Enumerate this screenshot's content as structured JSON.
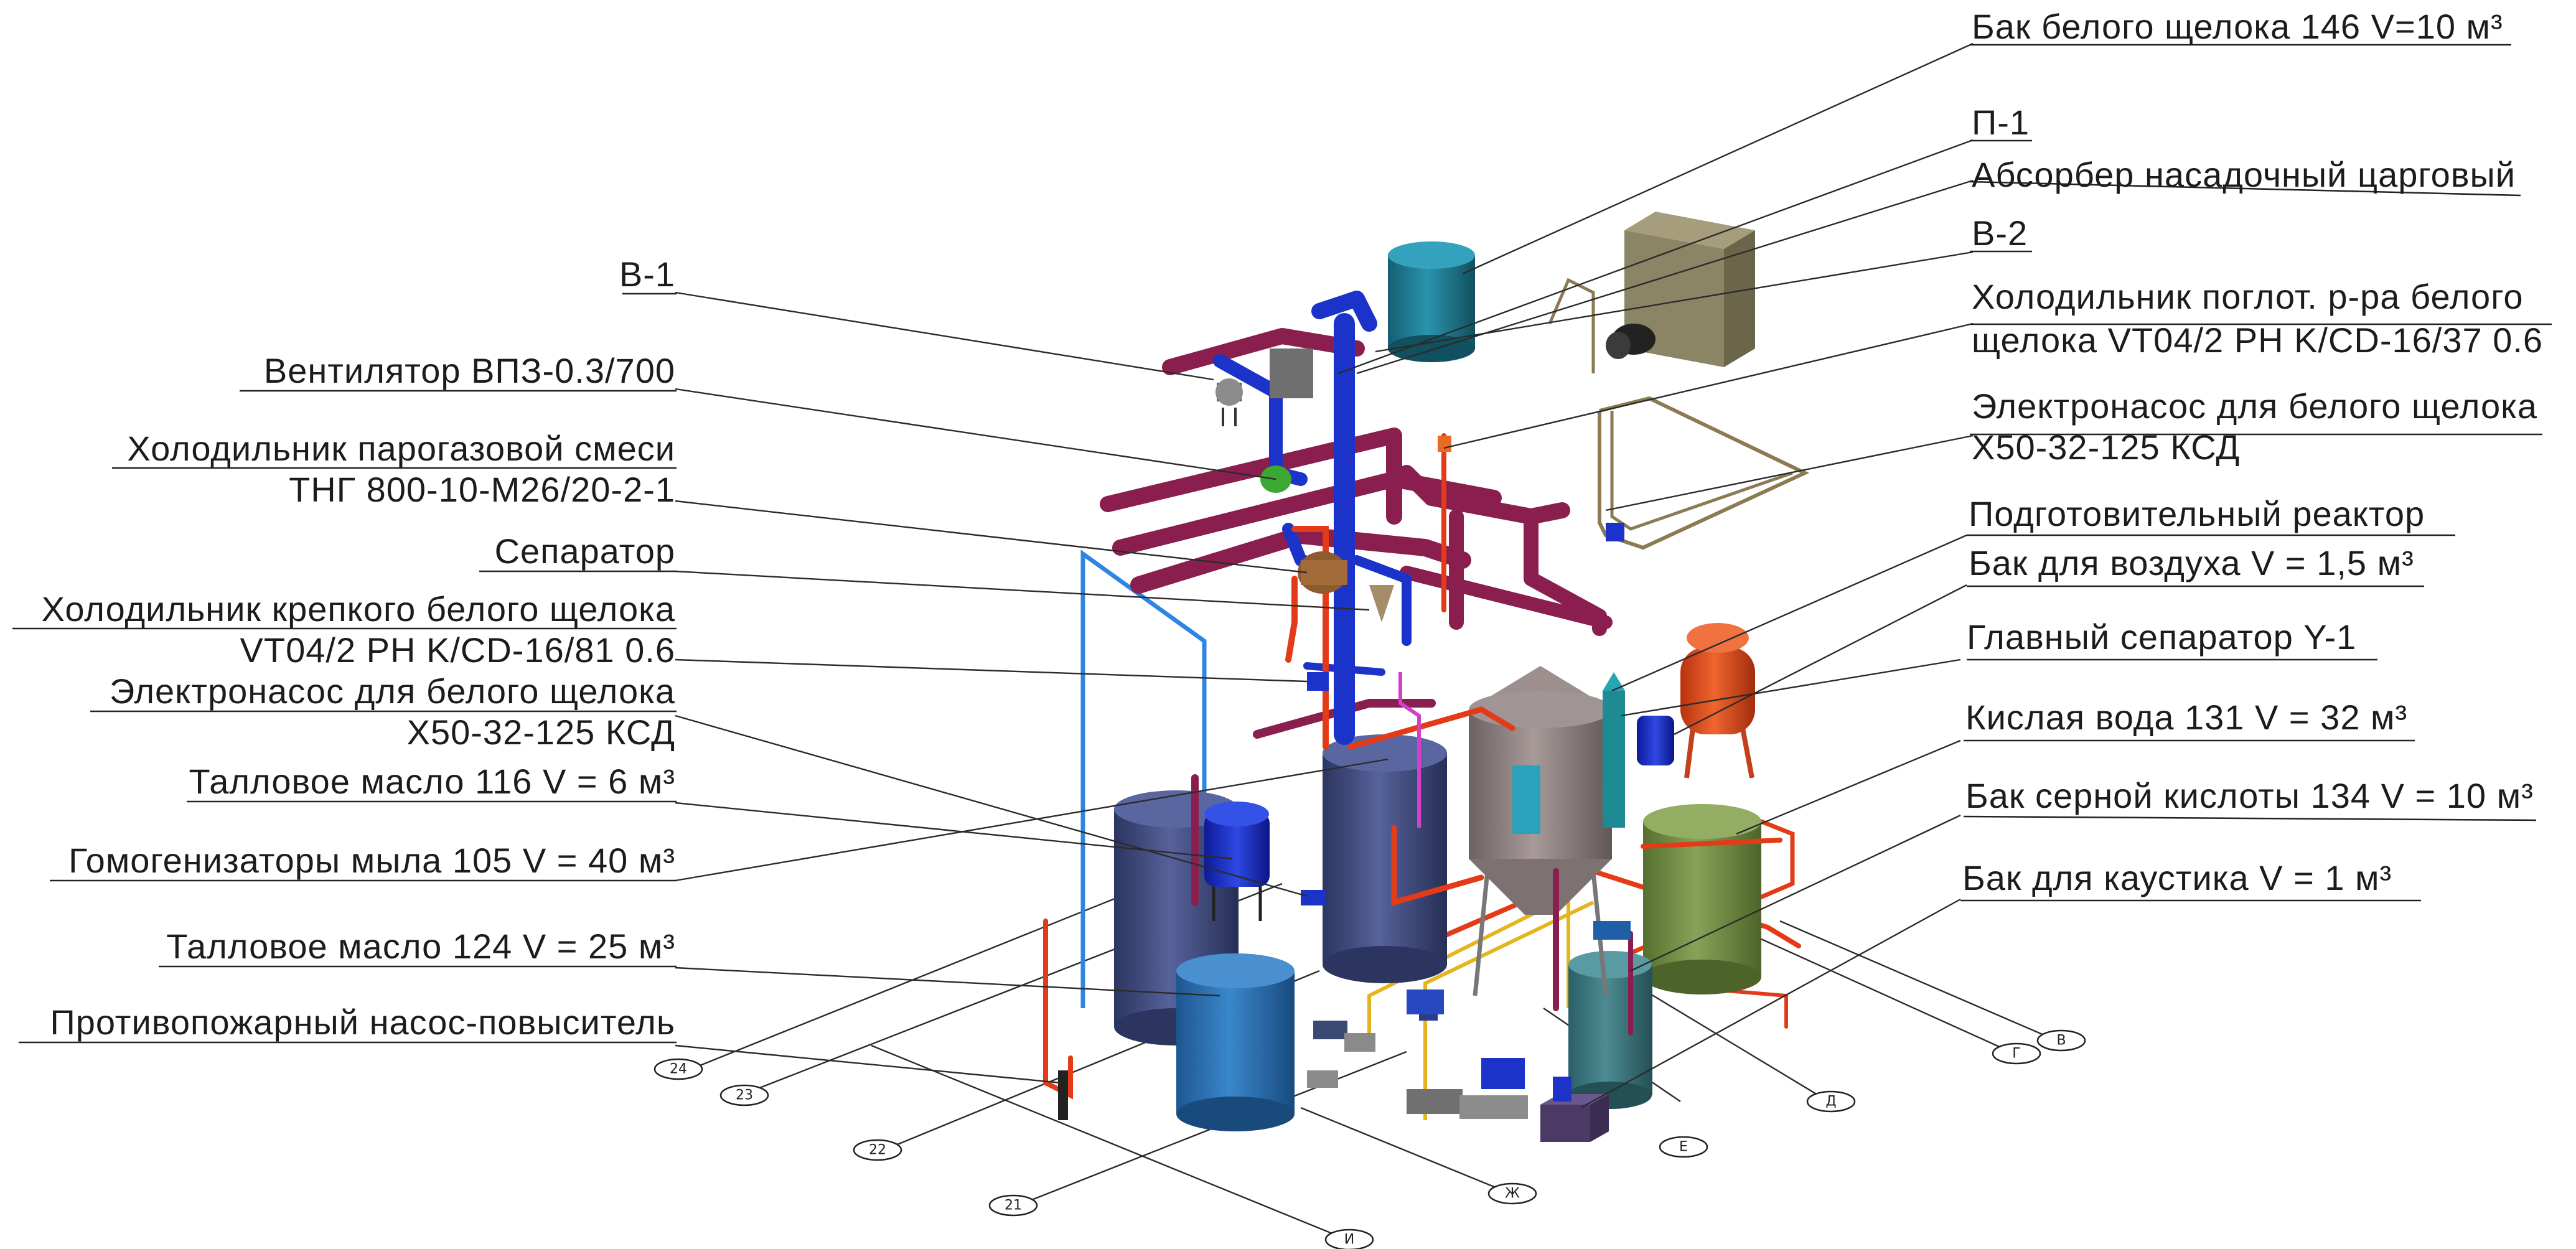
{
  "labels_right": [
    {
      "id": "bak-belogo-shcheloka-146",
      "text": "Бак белого щелока 146 V=10 м³"
    },
    {
      "id": "p-1",
      "text": "П-1"
    },
    {
      "id": "absorber",
      "text": "Абсорбер насадочный царговый"
    },
    {
      "id": "v-2",
      "text": "В-2"
    },
    {
      "id": "holod-poglot-1",
      "text": "Холодильник поглот. р-ра белого"
    },
    {
      "id": "holod-poglot-2",
      "text": "щелока VT04/2 PH K/CD-16/37 0.6"
    },
    {
      "id": "elektronasos-r-1",
      "text": "Электронасос для белого щелока"
    },
    {
      "id": "elektronasos-r-2",
      "text": "Х50-32-125 КСД"
    },
    {
      "id": "podgot-reaktor",
      "text": "Подготовительный реактор"
    },
    {
      "id": "bak-vozduha",
      "text": "Бак для воздуха V = 1,5 м³"
    },
    {
      "id": "glav-separator",
      "text": "Главный сепаратор Y-1"
    },
    {
      "id": "kislaya-voda",
      "text": "Кислая вода 131 V = 32 м³"
    },
    {
      "id": "bak-sernoy",
      "text": "Бак серной кислоты 134 V = 10 м³"
    },
    {
      "id": "bak-kaustika",
      "text": "Бак для каустика V = 1 м³"
    }
  ],
  "labels_left": [
    {
      "id": "v-1",
      "text": "В-1"
    },
    {
      "id": "ventilyator",
      "text": "Вентилятор ВПЗ-0.3/700"
    },
    {
      "id": "holod-paro-1",
      "text": "Холодильник парогазовой смеси"
    },
    {
      "id": "holod-paro-2",
      "text": "ТНГ 800-10-М26/20-2-1"
    },
    {
      "id": "separator",
      "text": "Сепаратор"
    },
    {
      "id": "holod-krep-1",
      "text": "Холодильник крепкого белого щелока"
    },
    {
      "id": "holod-krep-2",
      "text": "VT04/2 PH K/CD-16/81 0.6"
    },
    {
      "id": "elektronasos-l-1",
      "text": "Электронасос для белого щелока"
    },
    {
      "id": "elektronasos-l-2",
      "text": "Х50-32-125 КСД"
    },
    {
      "id": "tall-116",
      "text": "Талловое масло 116 V = 6 м³"
    },
    {
      "id": "gomogen",
      "text": "Гомогенизаторы мыла 105 V = 40 м³"
    },
    {
      "id": "tall-124",
      "text": "Талловое масло 124 V = 25 м³"
    },
    {
      "id": "protivopozh",
      "text": "Противопожарный насос-повыситель"
    }
  ],
  "axis_bubbles": [
    {
      "id": "ax-24",
      "text": "24"
    },
    {
      "id": "ax-23",
      "text": "23"
    },
    {
      "id": "ax-22",
      "text": "22"
    },
    {
      "id": "ax-21",
      "text": "21"
    },
    {
      "id": "ax-i",
      "text": "И"
    },
    {
      "id": "ax-zh",
      "text": "Ж"
    },
    {
      "id": "ax-e",
      "text": "Е"
    },
    {
      "id": "ax-d",
      "text": "Д"
    },
    {
      "id": "ax-g",
      "text": "Г"
    },
    {
      "id": "ax-v",
      "text": "В"
    }
  ],
  "colors": {
    "pipe_magenta": "#8a1f4f",
    "pipe_blue": "#1b33c9",
    "tank_teal": "#1f7a92",
    "tank_navy": "#3d4a7d",
    "tank_blue": "#2a70b3",
    "tank_olive": "#6f8a43",
    "tank_orange": "#e14a1e",
    "reactor_grey": "#8d8080",
    "absorber_khaki": "#8b8465"
  }
}
